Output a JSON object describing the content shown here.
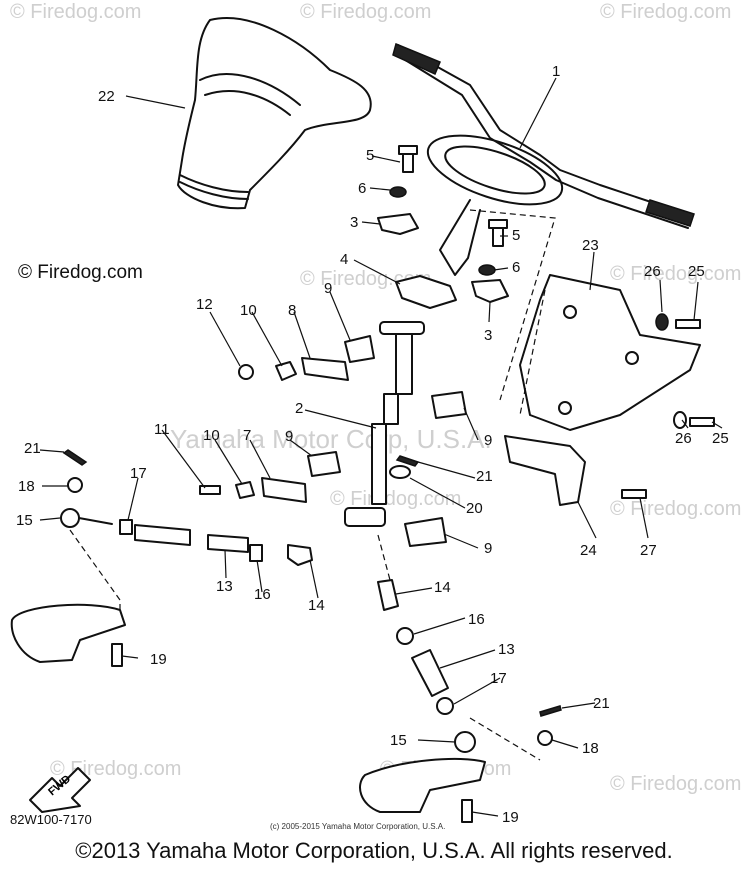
{
  "watermark": {
    "main": "© Firedog.com",
    "corp": "Yamaha Motor Corp, U.S.A."
  },
  "callouts": {
    "c1": "1",
    "c2": "2",
    "c3a": "3",
    "c3b": "3",
    "c4": "4",
    "c5a": "5",
    "c5b": "5",
    "c6a": "6",
    "c6b": "6",
    "c7": "7",
    "c8": "8",
    "c9a": "9",
    "c9b": "9",
    "c9c": "9",
    "c9d": "9",
    "c10a": "10",
    "c10b": "10",
    "c11": "11",
    "c12": "12",
    "c13a": "13",
    "c13b": "13",
    "c14a": "14",
    "c14b": "14",
    "c15a": "15",
    "c15b": "15",
    "c16a": "16",
    "c16b": "16",
    "c17a": "17",
    "c17b": "17",
    "c18a": "18",
    "c18b": "18",
    "c19a": "19",
    "c19b": "19",
    "c20": "20",
    "c21a": "21",
    "c21b": "21",
    "c21c": "21",
    "c22": "22",
    "c23": "23",
    "c24": "24",
    "c25a": "25",
    "c25b": "25",
    "c26a": "26",
    "c26b": "26",
    "c27": "27"
  },
  "fwd_label": "FWD",
  "diagram_code": "82W100-7170",
  "fine_print": "(c) 2005-2015 Yamaha Motor Corporation, U.S.A.",
  "footer": "©2013 Yamaha Motor Corporation, U.S.A. All rights reserved."
}
